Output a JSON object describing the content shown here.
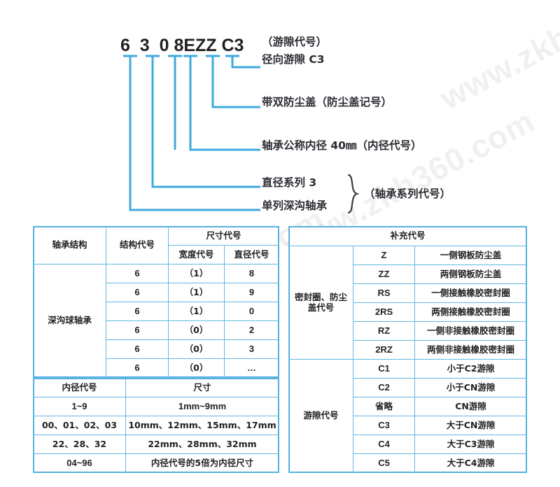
{
  "watermark": {
    "text": "www.zkh360.com"
  },
  "designation": {
    "code_text": "6  3  0 8EZZ C3",
    "parts": [
      "6",
      "3",
      "0",
      "8",
      "EZZ",
      "C3"
    ]
  },
  "callouts": [
    {
      "id": "clearance-code-note",
      "text": "（游隙代号）"
    },
    {
      "id": "radial-clearance",
      "text": "径向游隙 C3"
    },
    {
      "id": "double-shield",
      "text": "带双防尘盖（防尘盖记号）"
    },
    {
      "id": "bore-diameter",
      "text": "轴承公称内径 40㎜（内径代号）"
    },
    {
      "id": "diameter-series",
      "text": "直径系列 3"
    },
    {
      "id": "single-row-deep-groove",
      "text": "单列深沟轴承"
    },
    {
      "id": "bearing-series-code",
      "text": "（轴承系列代号）"
    }
  ],
  "structure_table": {
    "headers": {
      "bearing_structure": "轴承结构",
      "structure_code": "结构代号",
      "size_code": "尺寸代号",
      "width_code": "宽度代号",
      "diameter_code": "直径代号"
    },
    "structure_name": "深沟球轴承",
    "rows": [
      {
        "structure_code": "6",
        "width_code": "（1）",
        "diameter_code": "8"
      },
      {
        "structure_code": "6",
        "width_code": "（1）",
        "diameter_code": "9"
      },
      {
        "structure_code": "6",
        "width_code": "（1）",
        "diameter_code": "0"
      },
      {
        "structure_code": "6",
        "width_code": "（0）",
        "diameter_code": "2"
      },
      {
        "structure_code": "6",
        "width_code": "（0）",
        "diameter_code": "3"
      },
      {
        "structure_code": "6",
        "width_code": "（0）",
        "diameter_code": "…"
      }
    ]
  },
  "bore_table": {
    "headers": {
      "bore_code": "内径代号",
      "size": "尺寸"
    },
    "rows": [
      {
        "bore_code": "1~9",
        "size": "1mm~9mm"
      },
      {
        "bore_code": "00、01、02、03",
        "size": "10mm、12mm、15mm、17mm"
      },
      {
        "bore_code": "22、28、32",
        "size": "22mm、28mm、32mm"
      },
      {
        "bore_code": "04~96",
        "size": "内径代号的5倍为内径尺寸"
      }
    ]
  },
  "supplement_table": {
    "title": "补充代号",
    "groups": [
      {
        "name": "密封圈、防尘盖代号",
        "rows": [
          {
            "code": "Z",
            "desc": "一侧钢板防尘盖"
          },
          {
            "code": "ZZ",
            "desc": "两侧钢板防尘盖"
          },
          {
            "code": "RS",
            "desc": "一侧接触橡胶密封圈"
          },
          {
            "code": "2RS",
            "desc": "两侧接触橡胶密封圈"
          },
          {
            "code": "RZ",
            "desc": "一侧非接触橡胶密封圈"
          },
          {
            "code": "2RZ",
            "desc": "两侧非接触橡胶密封圈"
          }
        ]
      },
      {
        "name": "游隙代号",
        "rows": [
          {
            "code": "C1",
            "desc": "小于C2游隙"
          },
          {
            "code": "C2",
            "desc": "小于CN游隙"
          },
          {
            "code": "省略",
            "desc": "CN游隙"
          },
          {
            "code": "C3",
            "desc": "大于CN游隙"
          },
          {
            "code": "C4",
            "desc": "大于C3游隙"
          },
          {
            "code": "C5",
            "desc": "大于C4游隙"
          }
        ]
      }
    ]
  },
  "colors": {
    "leader_line": "#3fa9dd",
    "table_border": "#62b8e4",
    "text": "#231f20"
  }
}
